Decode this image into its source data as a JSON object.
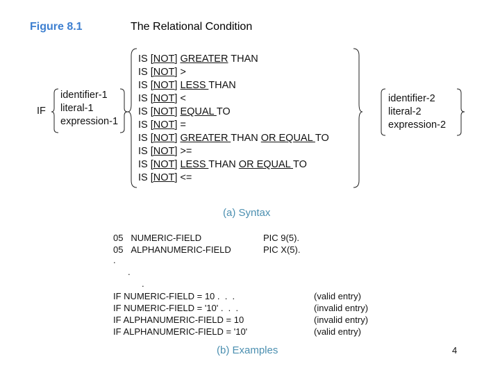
{
  "header": {
    "figure_label": "Figure 8.1",
    "title": "The Relational Condition"
  },
  "syntax": {
    "keyword": "IF",
    "left_operands": [
      "identifier-1",
      "literal-1",
      "expression-1"
    ],
    "conditions": [
      [
        {
          "text": "IS "
        },
        {
          "text": "[NOT]",
          "u": true
        },
        {
          "text": " "
        },
        {
          "text": "GREATER",
          "u": true
        },
        {
          "text": " THAN"
        }
      ],
      [
        {
          "text": "IS "
        },
        {
          "text": "[NOT]",
          "u": true
        },
        {
          "text": " >"
        }
      ],
      [
        {
          "text": "IS "
        },
        {
          "text": "[NOT]",
          "u": true
        },
        {
          "text": " "
        },
        {
          "text": "LESS ",
          "u": true
        },
        {
          "text": "THAN"
        }
      ],
      [
        {
          "text": "IS "
        },
        {
          "text": "[NOT]",
          "u": true
        },
        {
          "text": " <"
        }
      ],
      [
        {
          "text": "IS "
        },
        {
          "text": "[NOT]",
          "u": true
        },
        {
          "text": " "
        },
        {
          "text": "EQUAL ",
          "u": true
        },
        {
          "text": "TO"
        }
      ],
      [
        {
          "text": "IS "
        },
        {
          "text": "[NOT]",
          "u": true
        },
        {
          "text": " ="
        }
      ],
      [
        {
          "text": "IS "
        },
        {
          "text": "[NOT]",
          "u": true
        },
        {
          "text": " "
        },
        {
          "text": "GREATER ",
          "u": true
        },
        {
          "text": "THAN "
        },
        {
          "text": "OR EQUAL ",
          "u": true
        },
        {
          "text": "TO"
        }
      ],
      [
        {
          "text": "IS "
        },
        {
          "text": "[NOT]",
          "u": true
        },
        {
          "text": " >="
        }
      ],
      [
        {
          "text": "IS "
        },
        {
          "text": "[NOT]",
          "u": true
        },
        {
          "text": " "
        },
        {
          "text": "LESS ",
          "u": true
        },
        {
          "text": "THAN "
        },
        {
          "text": "OR EQUAL ",
          "u": true
        },
        {
          "text": "TO"
        }
      ],
      [
        {
          "text": "IS "
        },
        {
          "text": "[NOT]",
          "u": true
        },
        {
          "text": " <="
        }
      ]
    ],
    "right_operands": [
      "identifier-2",
      "literal-2",
      "expression-2"
    ],
    "caption": "(a)  Syntax"
  },
  "examples": {
    "declarations": [
      {
        "level": "05",
        "name": "NUMERIC-FIELD",
        "pic": "PIC 9(5)."
      },
      {
        "level": "05",
        "name": "ALPHANUMERIC-FIELD",
        "pic": "PIC X(5)."
      }
    ],
    "ellipsis": ".",
    "statements": [
      {
        "code": "IF NUMERIC-FIELD = 10 .  .  .",
        "note": "(valid entry)"
      },
      {
        "code": "IF NUMERIC-FIELD = '10' .  .  .",
        "note": "(invalid entry)"
      },
      {
        "code": "IF ALPHANUMERIC-FIELD = 10",
        "note": "(invalid entry)"
      },
      {
        "code": "IF ALPHANUMERIC-FIELD = '10'",
        "note": "(valid entry)"
      }
    ],
    "caption": "(b)  Examples"
  },
  "page_number": "4",
  "colors": {
    "figure_label": "#3d7fd0",
    "caption": "#4b8fb0"
  }
}
